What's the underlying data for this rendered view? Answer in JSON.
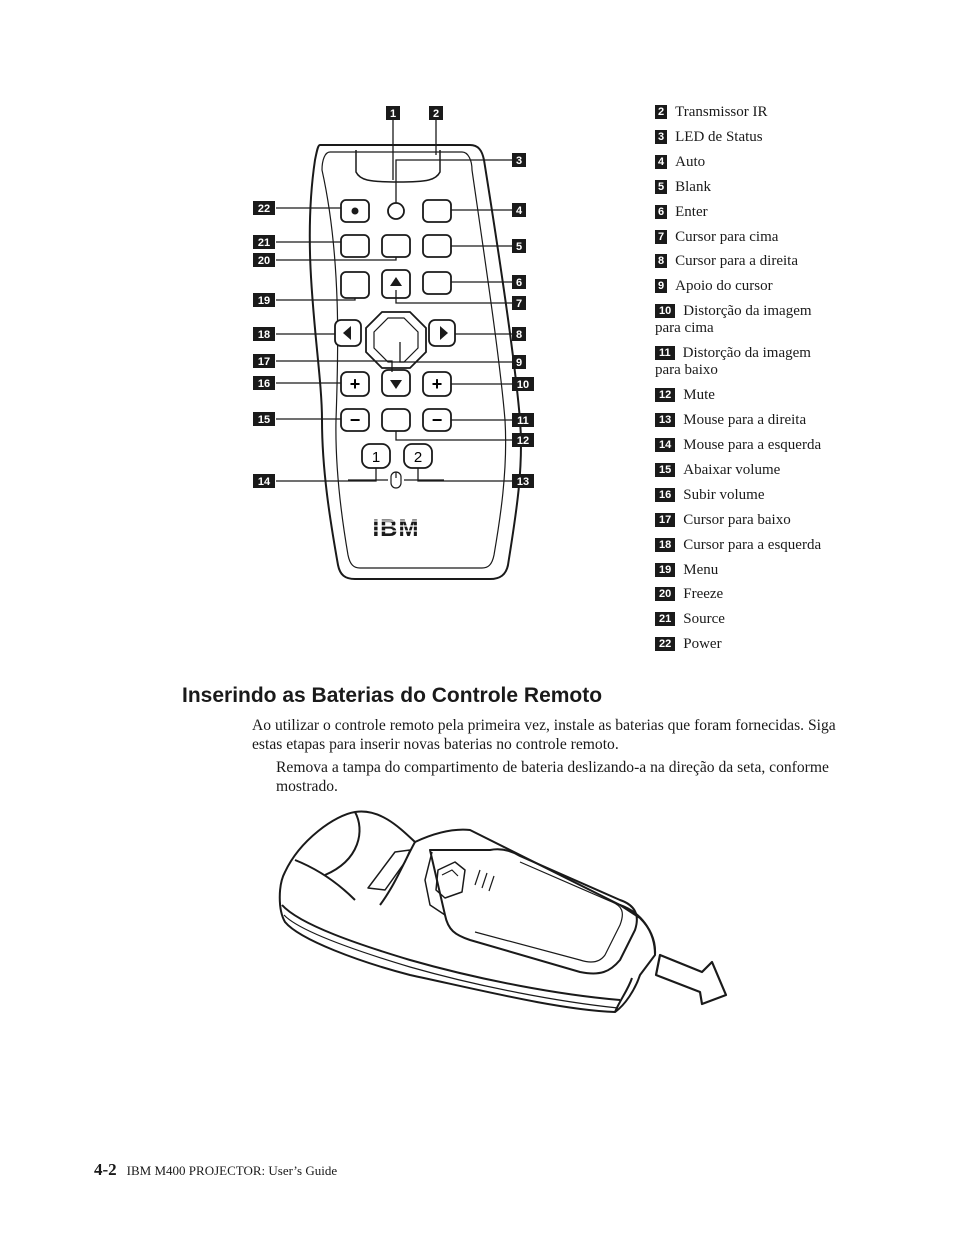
{
  "remote_figure": {
    "callouts": [
      "1",
      "2",
      "3",
      "4",
      "5",
      "6",
      "7",
      "8",
      "9",
      "10",
      "11",
      "12",
      "13",
      "14",
      "15",
      "16",
      "17",
      "18",
      "19",
      "20",
      "21",
      "22"
    ],
    "buttons": {
      "mouse_left": "1",
      "mouse_right": "2",
      "plus": "+",
      "minus": "−"
    },
    "logo": "IBM"
  },
  "legend": [
    {
      "num": "2",
      "text": "Transmissor IR"
    },
    {
      "num": "3",
      "text": "LED de Status"
    },
    {
      "num": "4",
      "text": "Auto"
    },
    {
      "num": "5",
      "text": "Blank"
    },
    {
      "num": "6",
      "text": "Enter"
    },
    {
      "num": "7",
      "text": "Cursor para cima"
    },
    {
      "num": "8",
      "text": "Cursor para a direita"
    },
    {
      "num": "9",
      "text": "Apoio do cursor"
    },
    {
      "num": "10",
      "text": "Distorção da imagem",
      "text2": "para cima"
    },
    {
      "num": "11",
      "text": "Distorção da imagem",
      "text2": "para baixo"
    },
    {
      "num": "12",
      "text": "Mute"
    },
    {
      "num": "13",
      "text": "Mouse para a direita"
    },
    {
      "num": "14",
      "text": "Mouse para a esquerda"
    },
    {
      "num": "15",
      "text": "Abaixar volume"
    },
    {
      "num": "16",
      "text": "Subir volume"
    },
    {
      "num": "17",
      "text": "Cursor para baixo"
    },
    {
      "num": "18",
      "text": "Cursor para a esquerda"
    },
    {
      "num": "19",
      "text": "Menu"
    },
    {
      "num": "20",
      "text": "Freeze"
    },
    {
      "num": "21",
      "text": "Source"
    },
    {
      "num": "22",
      "text": "Power"
    }
  ],
  "section": {
    "title": "Inserindo as Baterias do Controle Remoto",
    "intro": "Ao utilizar o controle remoto pela primeira vez, instale as baterias que foram fornecidas. Siga estas etapas para inserir novas baterias no controle remoto.",
    "step": "Remova a tampa do compartimento de bateria deslizando-a na direção da seta, conforme mostrado."
  },
  "footer": {
    "page": "4-2",
    "title": "IBM M400 PROJECTOR: User’s Guide"
  }
}
